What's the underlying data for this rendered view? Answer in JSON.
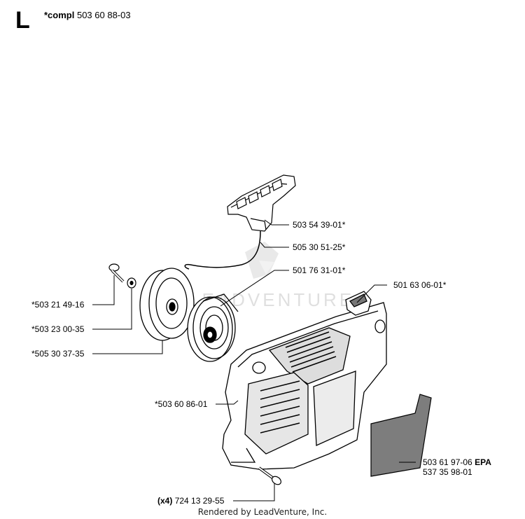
{
  "header": {
    "section_letter": "L",
    "compl_prefix": "*compl",
    "compl_number": "503 60 88-03"
  },
  "watermark": "LEADVENTURE",
  "parts": [
    {
      "id": "starter-handle",
      "number": "503 54 39-01*"
    },
    {
      "id": "starter-rope",
      "number": "505 30 51-25*"
    },
    {
      "id": "recoil-spring",
      "number": "501 76 31-01*"
    },
    {
      "id": "cover-plug",
      "number": "501 63 06-01*"
    },
    {
      "id": "screw",
      "number": "*503 21 49-16"
    },
    {
      "id": "washer",
      "number": "*503 23 00-35"
    },
    {
      "id": "rope-pulley",
      "number": "*505 30 37-35"
    },
    {
      "id": "starter-housing",
      "number": "*503 60 86-01"
    },
    {
      "id": "epa-label",
      "number": "503 61 97-06",
      "suffix": "EPA"
    },
    {
      "id": "epa-label-alt",
      "number": "537 35 98-01"
    },
    {
      "id": "housing-screw",
      "qty": "(x4)",
      "number": "724 13 29-55"
    }
  ],
  "footer": "Rendered by LeadVenture, Inc."
}
